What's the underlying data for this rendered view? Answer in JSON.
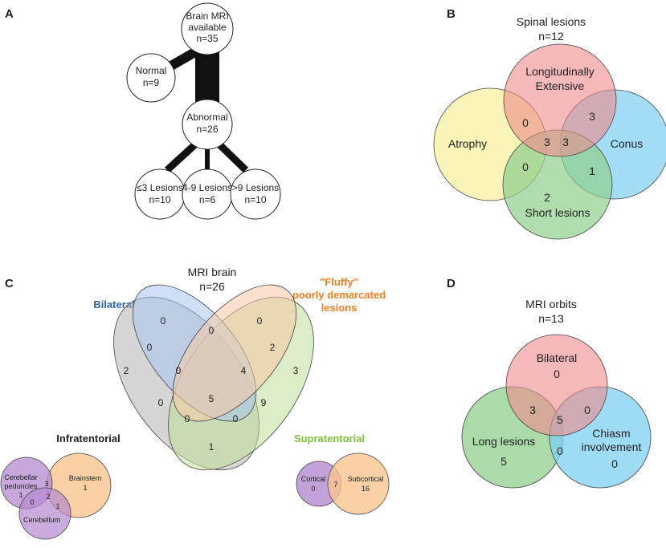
{
  "panelA": {
    "letter": "A",
    "root": {
      "line1": "Brain MRI",
      "line2": "available",
      "line3": "n=35"
    },
    "normal": {
      "line1": "Normal",
      "line2": "n=9"
    },
    "abnormal": {
      "line1": "Abnormal",
      "line2": "n=26"
    },
    "leaves": [
      {
        "line1": "≤3 Lesions",
        "line2": "n=10"
      },
      {
        "line1": "4-9 Lesions",
        "line2": "n=6"
      },
      {
        "line1": ">9 Lesions",
        "line2": "n=10"
      }
    ]
  },
  "panelB": {
    "letter": "B",
    "title1": "Spinal lesions",
    "title2": "n=12",
    "sets": {
      "longitudinal1": "Longitudinally",
      "longitudinal2": "Extensive",
      "atrophy": "Atrophy",
      "conus": "Conus",
      "short": "Short lesions"
    },
    "counts": {
      "atrophy_longitudinal": "0",
      "longitudinal_conus": "3",
      "atrophy_long_short": "3",
      "long_conus_short": "3",
      "atrophy_short": "0",
      "conus_short": "1",
      "short_only": "2"
    },
    "colors": {
      "longitudinal": "#f08a8a",
      "atrophy": "#f7f19a",
      "conus": "#7ecff2",
      "short": "#8fcf8c"
    }
  },
  "panelC": {
    "letter": "C",
    "title1": "MRI brain",
    "title2": "n=26",
    "sets": {
      "bilateral": "Bilateral",
      "fluffy1": "\"Fluffy\"",
      "fluffy2": "poorly demarcated",
      "fluffy3": "lesions",
      "infratentorial": "Infratentorial",
      "supratentorial": "Supratentorial"
    },
    "counts": {
      "bilateral_only": "0",
      "fluffy_only": "0",
      "bil_fluffy": "0",
      "bil_infra": "0",
      "fluffy_supra": "2",
      "infra_only": "2",
      "bil_fluffy_infra": "0",
      "bil_fluffy_supra": "4",
      "supra_only": "3",
      "infra_fluffy": "0",
      "all_four": "5",
      "bil_supra": "9",
      "infra_bil_supra": "0",
      "fluffy_infra_supra": "0",
      "infra_supra": "1"
    },
    "infraSub": {
      "cerebellar1": "Cerebellar",
      "cerebellar2": "peduncles",
      "cerebellar_only": "1",
      "brainstem": "Brainstem",
      "brainstem_only": "1",
      "cerebellum": "Cerebellum",
      "ped_bs": "3",
      "ped_cbl": "0",
      "ped_bs_cbl": "2",
      "bs_cbl": "1"
    },
    "supraSub": {
      "cortical": "Cortical",
      "cortical_only": "0",
      "overlap": "7",
      "subcortical": "Subcortical",
      "subcortical_only": "16"
    },
    "colors": {
      "bilateral": "#2b5fa8",
      "fluffy": "#f07f1e",
      "infratentorial": "#222222",
      "supratentorial": "#7abf3a"
    }
  },
  "panelD": {
    "letter": "D",
    "title1": "MRI orbits",
    "title2": "n=13",
    "sets": {
      "bilateral": "Bilateral",
      "long": "Long lesions",
      "chiasm1": "Chiasm",
      "chiasm2": "involvement"
    },
    "counts": {
      "bilateral_only": "0",
      "bil_long": "3",
      "bil_chiasm": "0",
      "all": "5",
      "long_chiasm": "0",
      "long_only": "5",
      "chiasm_only": "0"
    }
  }
}
